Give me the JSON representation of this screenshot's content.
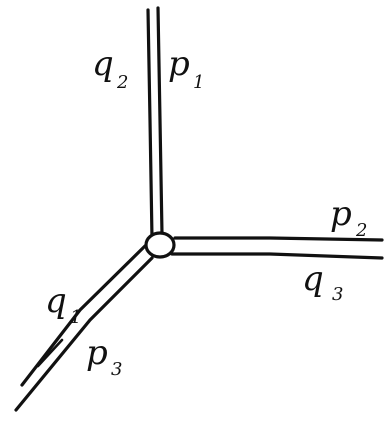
{
  "labels": {
    "q2": {
      "main": "q",
      "sub": "2"
    },
    "p1": {
      "main": "p",
      "sub": "1"
    },
    "p2": {
      "main": "p",
      "sub": "2"
    },
    "q3": {
      "main": "q",
      "sub": "3"
    },
    "q1": {
      "main": "q",
      "sub": "1"
    },
    "p3": {
      "main": "p",
      "sub": "3"
    }
  }
}
